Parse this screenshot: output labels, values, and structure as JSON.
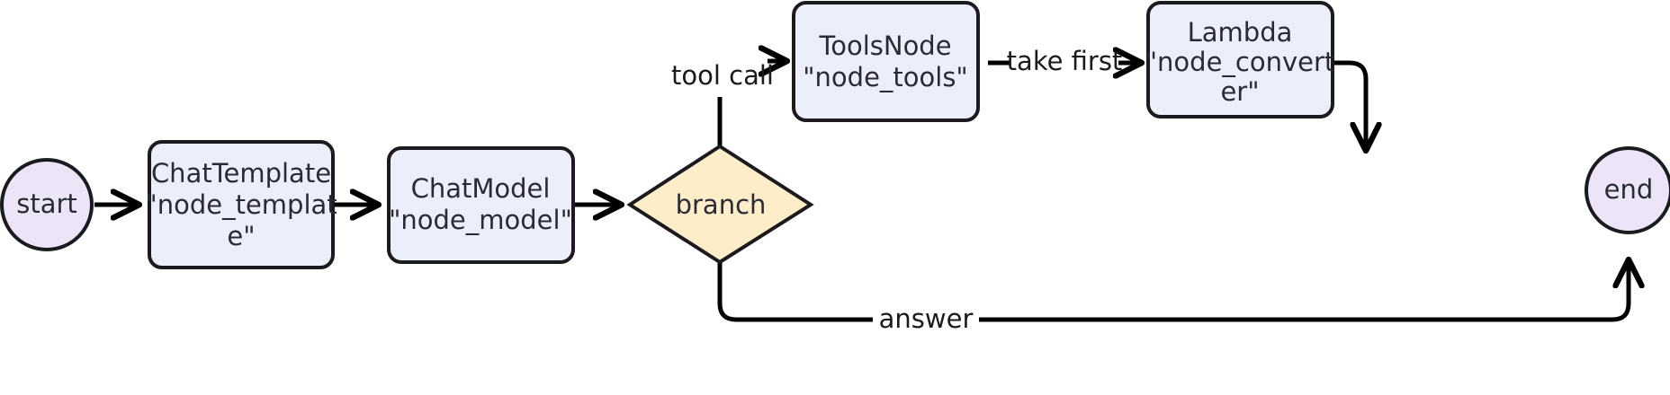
{
  "diagram": {
    "type": "flowchart",
    "orientation": "left-to-right",
    "background_color": "#ffffff",
    "colors": {
      "terminal_fill": "#ece4f7",
      "process_fill": "#eceff9",
      "decision_fill": "#fdeec9",
      "stroke": "#1b1b1f",
      "edge": "#000000",
      "text": "#2b2b36"
    },
    "nodes": [
      {
        "id": "start",
        "shape": "circle",
        "label": "start",
        "lines": [
          "start"
        ],
        "fill": "#ece4f7"
      },
      {
        "id": "node_template",
        "shape": "rounded-rect",
        "label": "ChatTemplate \"node_template\"",
        "lines": [
          "ChatTemplate",
          "\"node_templat",
          "e\""
        ],
        "fill": "#eceff9"
      },
      {
        "id": "node_model",
        "shape": "rounded-rect",
        "label": "ChatModel \"node_model\"",
        "lines": [
          "ChatModel",
          "\"node_model\""
        ],
        "fill": "#eceff9"
      },
      {
        "id": "branch",
        "shape": "diamond",
        "label": "branch",
        "lines": [
          "branch"
        ],
        "fill": "#fdeec9"
      },
      {
        "id": "node_tools",
        "shape": "rounded-rect",
        "label": "ToolsNode \"node_tools\"",
        "lines": [
          "ToolsNode",
          "\"node_tools\""
        ],
        "fill": "#eceff9"
      },
      {
        "id": "node_converter",
        "shape": "rounded-rect",
        "label": "Lambda \"node_converter\"",
        "lines": [
          "Lambda",
          "\"node_convert",
          "er\""
        ],
        "fill": "#eceff9"
      },
      {
        "id": "end",
        "shape": "circle",
        "label": "end",
        "lines": [
          "end"
        ],
        "fill": "#ece4f7"
      }
    ],
    "edges": [
      {
        "id": "e1",
        "from": "start",
        "to": "node_template",
        "label": "",
        "arrow": true
      },
      {
        "id": "e2",
        "from": "node_template",
        "to": "node_model",
        "label": "",
        "arrow": true
      },
      {
        "id": "e3",
        "from": "node_model",
        "to": "branch",
        "label": "",
        "arrow": true
      },
      {
        "id": "e4",
        "from": "branch",
        "to": "node_tools",
        "label": "tool call",
        "arrow": true
      },
      {
        "id": "e5",
        "from": "node_tools",
        "to": "node_converter",
        "label": "take first",
        "arrow": true
      },
      {
        "id": "e6",
        "from": "node_converter",
        "to": "end",
        "label": "",
        "arrow": true
      },
      {
        "id": "e7",
        "from": "branch",
        "to": "end",
        "label": "answer",
        "arrow": true
      }
    ]
  }
}
